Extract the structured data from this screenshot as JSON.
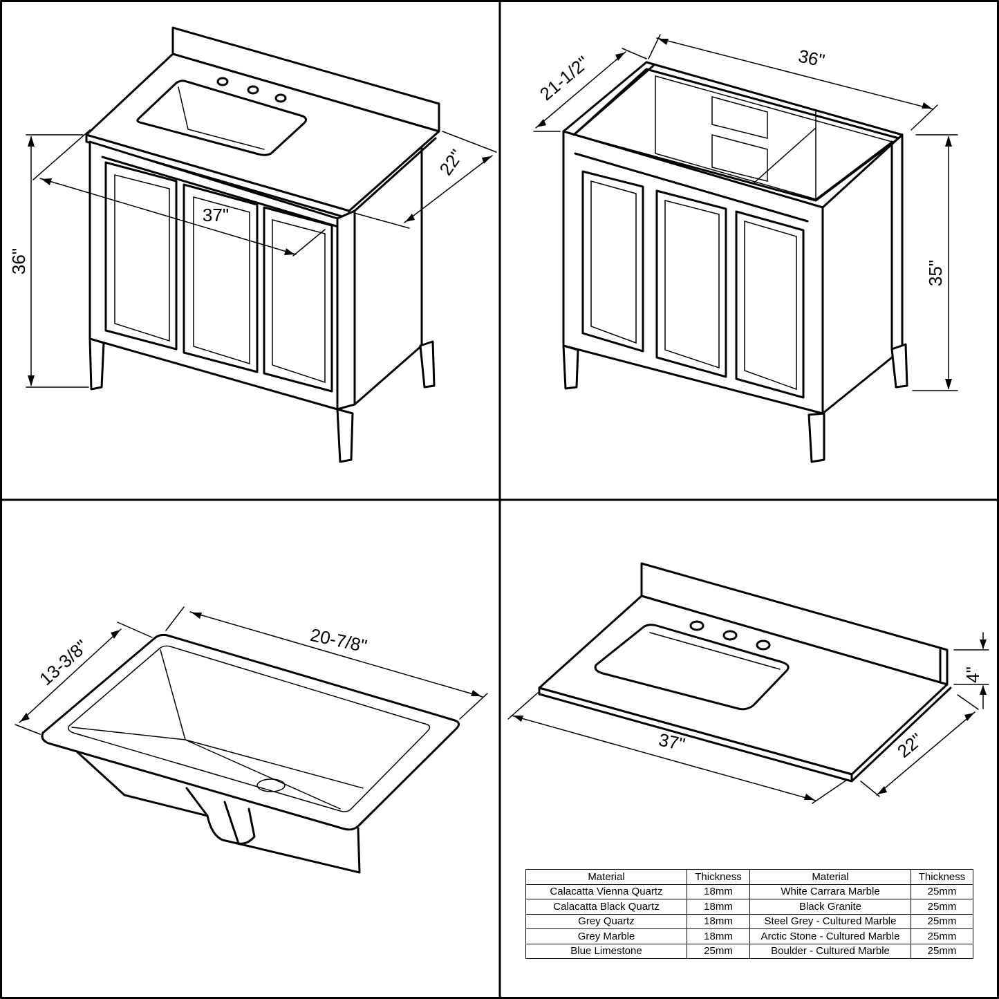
{
  "dimensions": {
    "vanity_height": "36\"",
    "vanity_depth": "22\"",
    "vanity_width": "37\"",
    "cabinet_width": "36\"",
    "cabinet_depth": "21-1/2\"",
    "cabinet_height": "35\"",
    "sink_width": "20-7/8\"",
    "sink_depth": "13-3/8\"",
    "top_width": "37\"",
    "top_depth": "22\"",
    "backsplash_height": "4\""
  },
  "materials_table": {
    "headers": [
      "Material",
      "Thickness",
      "Material",
      "Thickness"
    ],
    "rows": [
      [
        "Calacatta Vienna Quartz",
        "18mm",
        "White Carrara Marble",
        "25mm"
      ],
      [
        "Calacatta Black Quartz",
        "18mm",
        "Black Granite",
        "25mm"
      ],
      [
        "Grey Quartz",
        "18mm",
        "Steel Grey - Cultured Marble",
        "25mm"
      ],
      [
        "Grey Marble",
        "18mm",
        "Arctic Stone - Cultured Marble",
        "25mm"
      ],
      [
        "Blue Limestone",
        "25mm",
        "Boulder - Cultured Marble",
        "25mm"
      ]
    ]
  }
}
